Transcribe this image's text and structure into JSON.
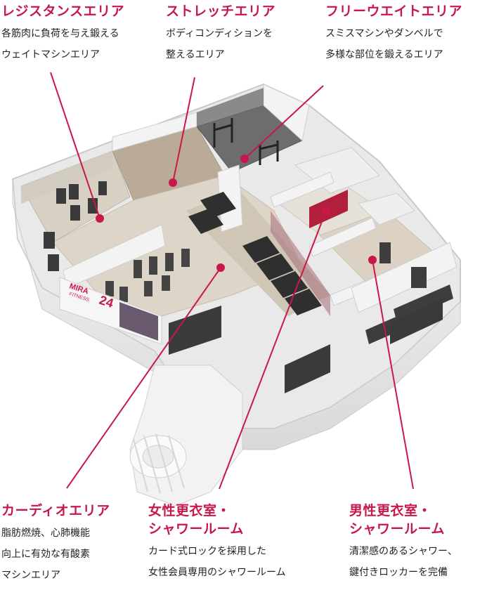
{
  "areas": {
    "resistance": {
      "title": "レジスタンスエリア",
      "lines": [
        "各筋肉に負荷を与え鍛える",
        "ウェイトマシンエリア"
      ]
    },
    "stretch": {
      "title": "ストレッチエリア",
      "lines": [
        "ボディコンディションを",
        "整えるエリア"
      ]
    },
    "freeweight": {
      "title": "フリーウエイトエリア",
      "lines": [
        "スミスマシンやダンベルで",
        "多様な部位を鍛えるエリア"
      ]
    },
    "cardio": {
      "title": "カーディオエリア",
      "lines": [
        "脂肪燃焼、心肺機能",
        "向上に有効な有酸素",
        "マシンエリア"
      ]
    },
    "women": {
      "title_lines": [
        "女性更衣室・",
        "シャワールーム"
      ],
      "lines": [
        "カード式ロックを採用した",
        "女性会員専用のシャワールーム"
      ]
    },
    "men": {
      "title_lines": [
        "男性更衣室・",
        "シャワールーム"
      ],
      "lines": [
        "清潔感のあるシャワー、",
        "鍵付きロッカーを完備"
      ]
    }
  },
  "signage": {
    "logo_line1": "MIRA",
    "logo_line2": "FITNESS",
    "logo_number": "24"
  },
  "colors": {
    "accent": "#c8174b",
    "text": "#222222"
  }
}
